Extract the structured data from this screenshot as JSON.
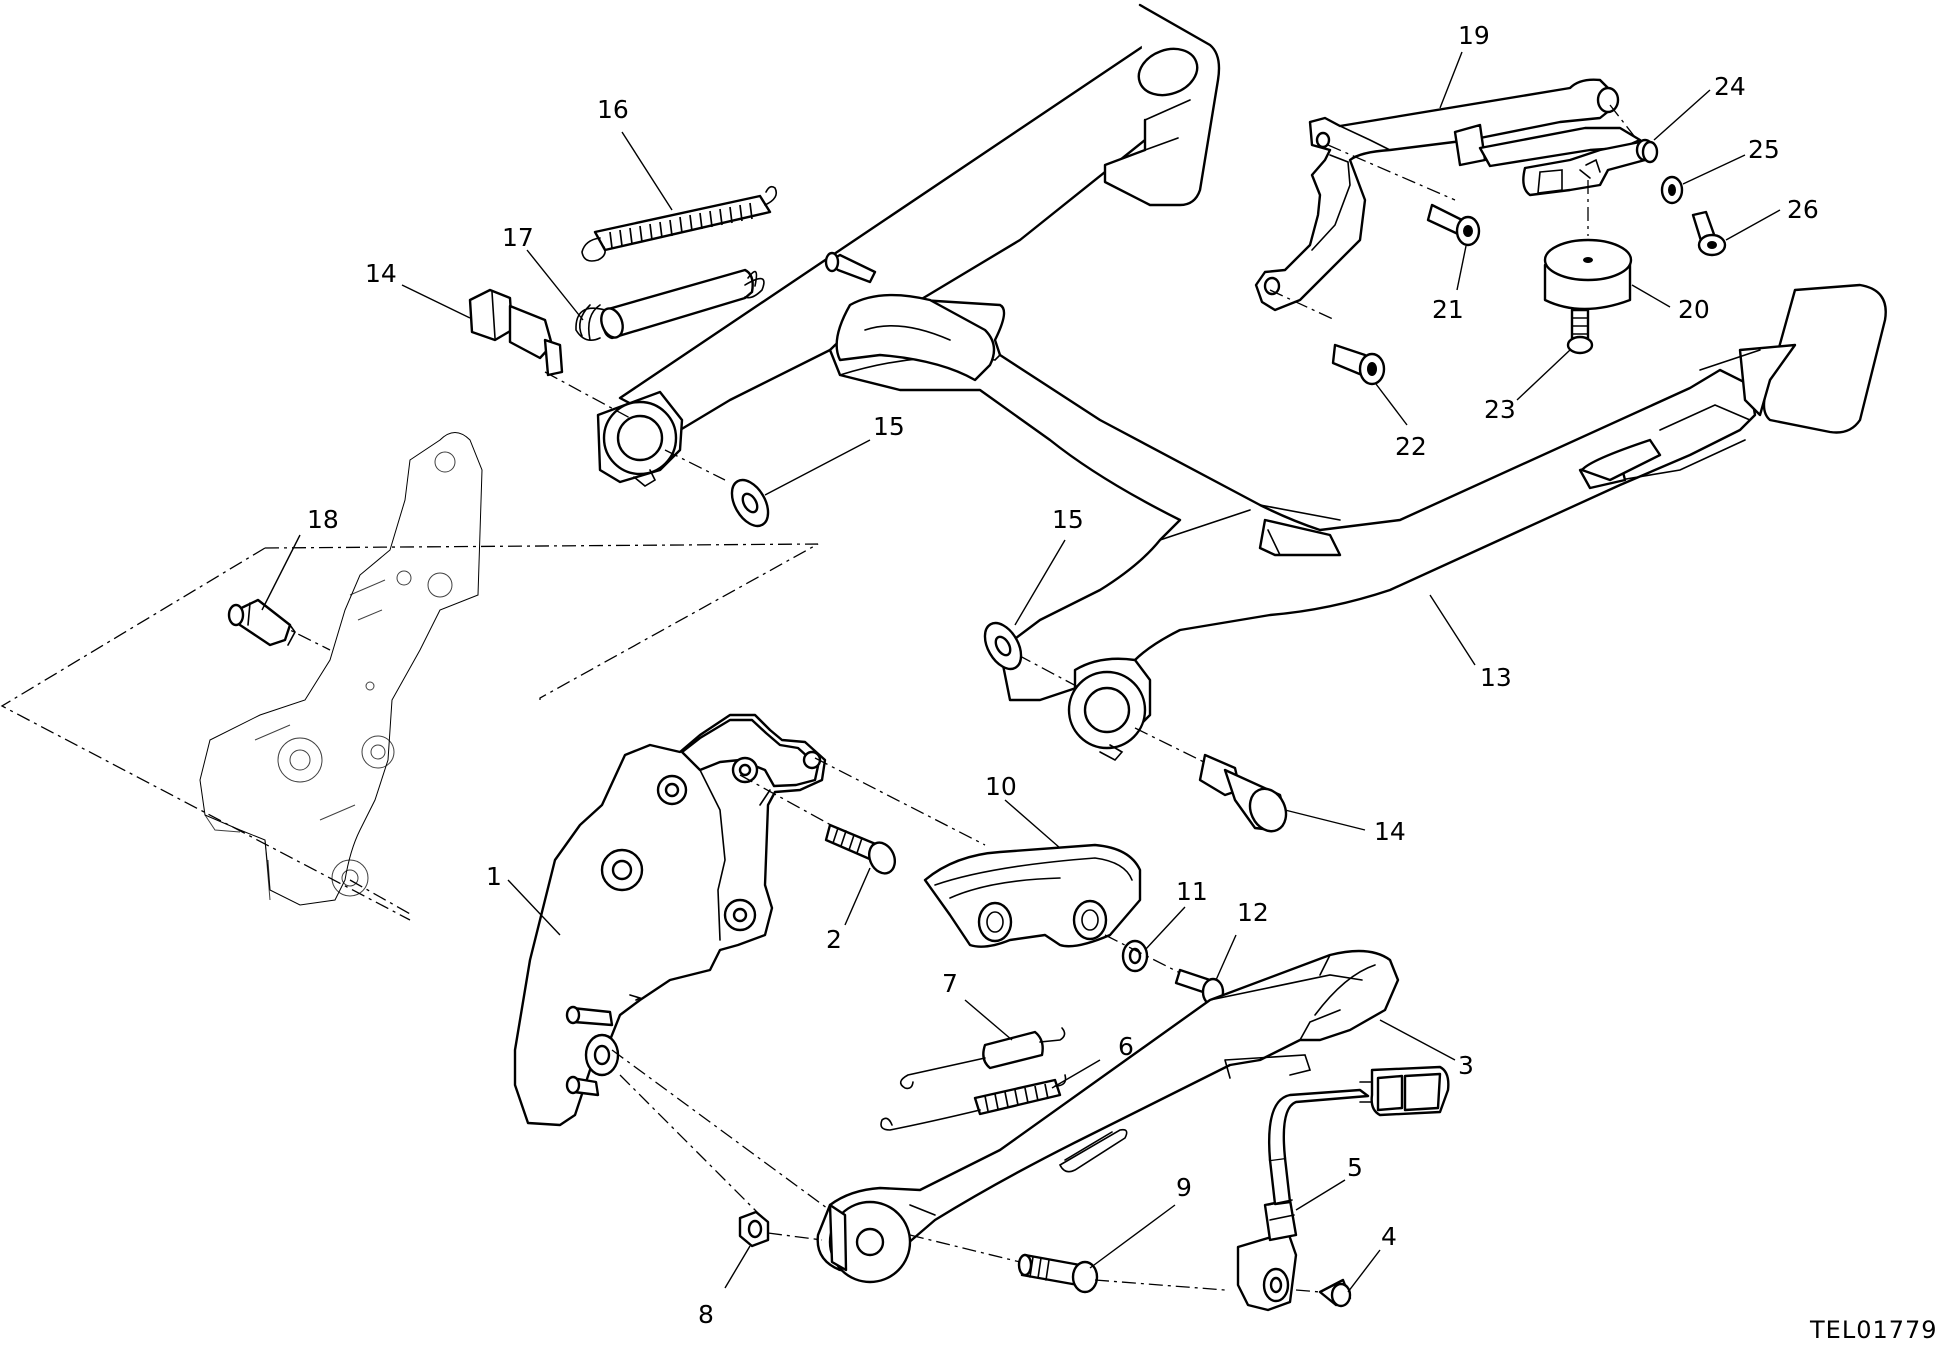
{
  "drawing_code": "TEL01779",
  "callouts": [
    {
      "id": "c1",
      "label": "1"
    },
    {
      "id": "c2",
      "label": "2"
    },
    {
      "id": "c3",
      "label": "3"
    },
    {
      "id": "c4",
      "label": "4"
    },
    {
      "id": "c5",
      "label": "5"
    },
    {
      "id": "c6",
      "label": "6"
    },
    {
      "id": "c7",
      "label": "7"
    },
    {
      "id": "c8",
      "label": "8"
    },
    {
      "id": "c9",
      "label": "9"
    },
    {
      "id": "c10",
      "label": "10"
    },
    {
      "id": "c11",
      "label": "11"
    },
    {
      "id": "c12",
      "label": "12"
    },
    {
      "id": "c13",
      "label": "13"
    },
    {
      "id": "c14a",
      "label": "14"
    },
    {
      "id": "c14b",
      "label": "14"
    },
    {
      "id": "c15a",
      "label": "15"
    },
    {
      "id": "c15b",
      "label": "15"
    },
    {
      "id": "c16",
      "label": "16"
    },
    {
      "id": "c17",
      "label": "17"
    },
    {
      "id": "c18",
      "label": "18"
    },
    {
      "id": "c19",
      "label": "19"
    },
    {
      "id": "c20",
      "label": "20"
    },
    {
      "id": "c21",
      "label": "21"
    },
    {
      "id": "c22",
      "label": "22"
    },
    {
      "id": "c23",
      "label": "23"
    },
    {
      "id": "c24",
      "label": "24"
    },
    {
      "id": "c25",
      "label": "25"
    },
    {
      "id": "c26",
      "label": "26"
    }
  ]
}
